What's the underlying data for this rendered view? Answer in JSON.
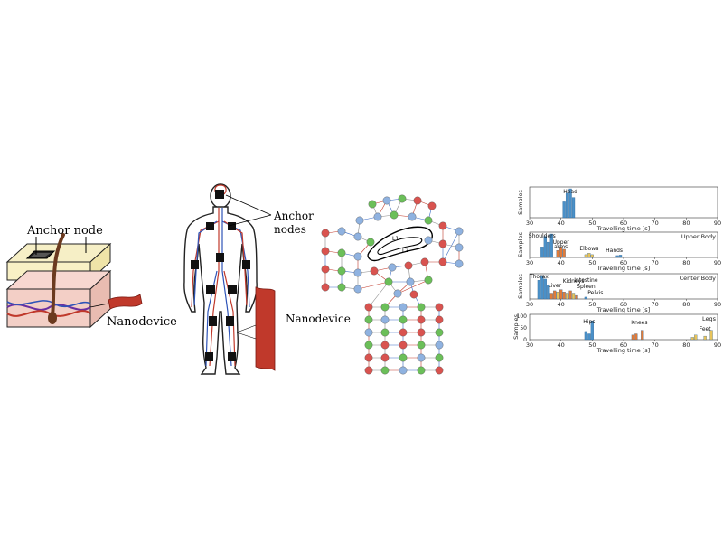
{
  "panel_skin": {
    "anchor_label": "Anchor node",
    "nano_label": "Nanodevice"
  },
  "panel_body": {
    "anchor_label_1": "Anchor",
    "anchor_label_2": "nodes",
    "nano_label": "Nanodevice"
  },
  "panel_network": {
    "loop_labels": [
      "L1",
      "L2"
    ]
  },
  "panel_histograms": {
    "axis_label_x": "Travelling time [s]",
    "axis_label_y": "Samples",
    "colors": {
      "blue": "#4a90c8",
      "orange": "#e07b39",
      "yellow": "#e8c35a"
    }
  },
  "chart_data": [
    {
      "type": "bar",
      "title": "",
      "xlabel": "Travelling time [s]",
      "ylabel": "Samples",
      "xlim": [
        30,
        90
      ],
      "ticks": [
        30,
        40,
        50,
        60,
        70,
        80,
        90
      ],
      "section_label": "",
      "region_labels": [
        "Head"
      ],
      "bars": [
        {
          "x": 41,
          "v": 0.55,
          "c": "blue"
        },
        {
          "x": 42,
          "v": 0.85,
          "c": "blue"
        },
        {
          "x": 43,
          "v": 1.0,
          "c": "blue"
        },
        {
          "x": 44,
          "v": 0.7,
          "c": "blue"
        }
      ]
    },
    {
      "type": "bar",
      "xlabel": "Travelling time [s]",
      "ylabel": "Samples",
      "xlim": [
        30,
        90
      ],
      "ticks": [
        30,
        40,
        50,
        60,
        70,
        80,
        90
      ],
      "section_label": "Upper Body",
      "region_labels": [
        "Shoulders",
        "Upper",
        "arms",
        "Elbows",
        "Hands"
      ],
      "bars": [
        {
          "x": 34,
          "v": 0.45,
          "c": "blue"
        },
        {
          "x": 35,
          "v": 0.9,
          "c": "blue"
        },
        {
          "x": 36,
          "v": 0.65,
          "c": "blue"
        },
        {
          "x": 37,
          "v": 1.0,
          "c": "blue"
        },
        {
          "x": 39,
          "v": 0.3,
          "c": "orange"
        },
        {
          "x": 40,
          "v": 0.45,
          "c": "orange"
        },
        {
          "x": 41,
          "v": 0.35,
          "c": "orange"
        },
        {
          "x": 48,
          "v": 0.12,
          "c": "yellow"
        },
        {
          "x": 49,
          "v": 0.18,
          "c": "yellow"
        },
        {
          "x": 50,
          "v": 0.12,
          "c": "yellow"
        },
        {
          "x": 58,
          "v": 0.08,
          "c": "blue"
        },
        {
          "x": 59,
          "v": 0.1,
          "c": "blue"
        }
      ]
    },
    {
      "type": "bar",
      "xlabel": "Travelling time [s]",
      "ylabel": "Samples",
      "xlim": [
        30,
        90
      ],
      "ticks": [
        30,
        40,
        50,
        60,
        70,
        80,
        90
      ],
      "section_label": "Center Body",
      "region_labels": [
        "Thorax",
        "Liver",
        "Kidneys",
        "Intestine",
        "Spleen",
        "Pelvis"
      ],
      "bars": [
        {
          "x": 33,
          "v": 0.8,
          "c": "blue"
        },
        {
          "x": 34,
          "v": 1.0,
          "c": "blue"
        },
        {
          "x": 35,
          "v": 0.85,
          "c": "blue"
        },
        {
          "x": 36,
          "v": 0.6,
          "c": "blue"
        },
        {
          "x": 37,
          "v": 0.25,
          "c": "orange"
        },
        {
          "x": 38,
          "v": 0.35,
          "c": "orange"
        },
        {
          "x": 39,
          "v": 0.3,
          "c": "yellow"
        },
        {
          "x": 40,
          "v": 0.4,
          "c": "orange"
        },
        {
          "x": 41,
          "v": 0.3,
          "c": "orange"
        },
        {
          "x": 42,
          "v": 0.25,
          "c": "yellow"
        },
        {
          "x": 43,
          "v": 0.35,
          "c": "orange"
        },
        {
          "x": 44,
          "v": 0.25,
          "c": "yellow"
        },
        {
          "x": 45,
          "v": 0.15,
          "c": "orange"
        },
        {
          "x": 48,
          "v": 0.08,
          "c": "blue"
        }
      ]
    },
    {
      "type": "bar",
      "xlabel": "Travelling time [s]",
      "ylabel": "Samples",
      "xlim": [
        30,
        90
      ],
      "ylim": [
        0,
        100
      ],
      "yticks": [
        0,
        50,
        100
      ],
      "ticks": [
        30,
        40,
        50,
        60,
        70,
        80,
        90
      ],
      "section_label": "Legs",
      "region_labels": [
        "Hips",
        "Knees",
        "Feet"
      ],
      "bars": [
        {
          "x": 48,
          "v": 35,
          "c": "blue"
        },
        {
          "x": 49,
          "v": 25,
          "c": "blue"
        },
        {
          "x": 50,
          "v": 80,
          "c": "blue"
        },
        {
          "x": 63,
          "v": 20,
          "c": "orange"
        },
        {
          "x": 64,
          "v": 25,
          "c": "orange"
        },
        {
          "x": 66,
          "v": 40,
          "c": "orange"
        },
        {
          "x": 82,
          "v": 10,
          "c": "yellow"
        },
        {
          "x": 83,
          "v": 20,
          "c": "yellow"
        },
        {
          "x": 86,
          "v": 15,
          "c": "yellow"
        },
        {
          "x": 88,
          "v": 40,
          "c": "yellow"
        }
      ]
    }
  ]
}
